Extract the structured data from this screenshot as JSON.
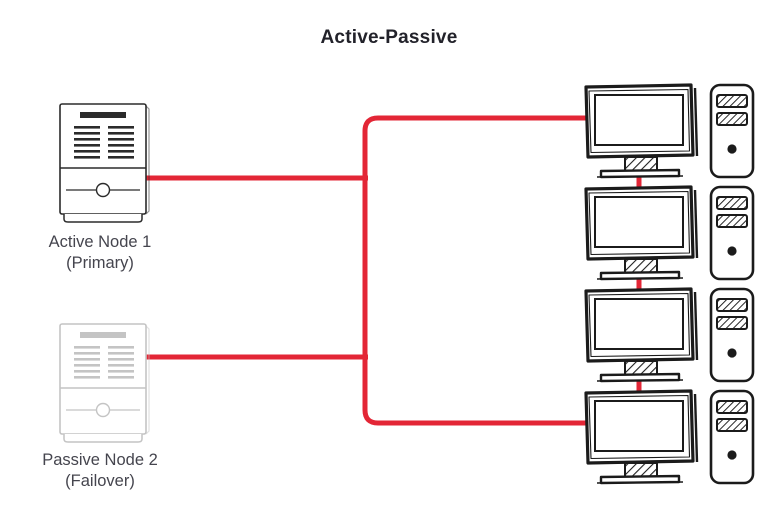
{
  "diagram": {
    "title": "Active-Passive",
    "type": "high-availability-cluster-topology",
    "colors": {
      "link": "#e32636",
      "node_active_stroke": "#2b2b2b",
      "node_passive_stroke": "#c4c4c4",
      "client_stroke": "#1b1b1b",
      "title": "#22222a",
      "caption": "#45454e",
      "background": "#ffffff"
    },
    "nodes": [
      {
        "id": "active-node-1",
        "icon": "server-tower-icon",
        "state": "active",
        "caption_line1": "Active Node 1",
        "caption_line2": "(Primary)"
      },
      {
        "id": "passive-node-2",
        "icon": "server-tower-icon",
        "state": "passive",
        "caption_line1": "Passive Node 2",
        "caption_line2": "(Failover)"
      }
    ],
    "clients": [
      {
        "id": "client-1",
        "icon": "desktop-computer-icon"
      },
      {
        "id": "client-2",
        "icon": "desktop-computer-icon"
      },
      {
        "id": "client-3",
        "icon": "desktop-computer-icon"
      },
      {
        "id": "client-4",
        "icon": "desktop-computer-icon"
      }
    ],
    "connections": [
      {
        "from": "active-node-1",
        "to": "client-bus",
        "style": "solid-red"
      },
      {
        "from": "passive-node-2",
        "to": "client-bus",
        "style": "solid-red"
      },
      {
        "from": "client-bus",
        "to": "client-1",
        "style": "solid-red"
      },
      {
        "from": "client-bus",
        "to": "client-4",
        "style": "solid-red"
      },
      {
        "from": "client-1",
        "to": "client-2",
        "style": "solid-red"
      },
      {
        "from": "client-2",
        "to": "client-3",
        "style": "solid-red"
      },
      {
        "from": "client-3",
        "to": "client-4",
        "style": "solid-red"
      }
    ]
  }
}
